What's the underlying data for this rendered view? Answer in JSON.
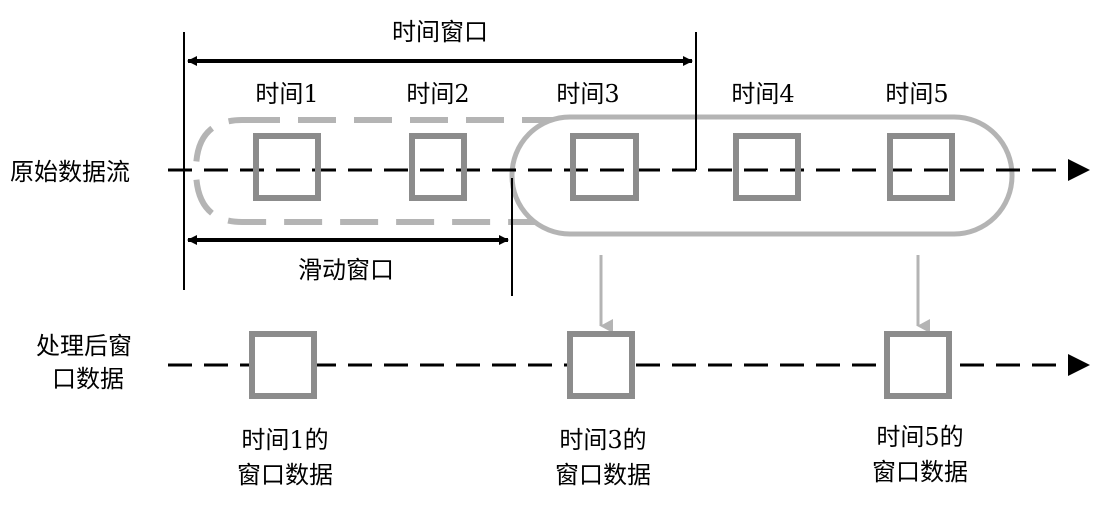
{
  "labels": {
    "time_window": "时间窗口",
    "sliding_window": "滑动窗口",
    "raw_stream": "原始数据流",
    "processed_line1": "处理后窗",
    "processed_line2": "口数据",
    "times": [
      "时间1",
      "时间2",
      "时间3",
      "时间4",
      "时间5"
    ],
    "outputs": [
      {
        "line1": "时间1的",
        "line2": "窗口数据"
      },
      {
        "line1": "时间3的",
        "line2": "窗口数据"
      },
      {
        "line1": "时间5的",
        "line2": "窗口数据"
      }
    ]
  },
  "colors": {
    "line": "#000000",
    "box": "#8c8c8c",
    "window": "#b4b4b4",
    "background": "#ffffff"
  }
}
